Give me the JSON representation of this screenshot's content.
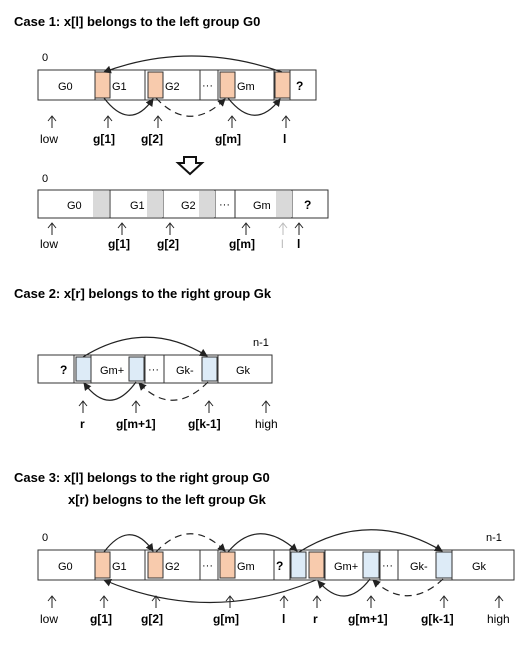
{
  "case1": {
    "title": "Case 1: x[l] belongs to the left group G0",
    "zero": "0",
    "cells": {
      "g0": "G0",
      "g1": "G1",
      "g2": "G2",
      "dots": "···",
      "gm": "Gm",
      "q": "?"
    },
    "pointers": {
      "low": "low",
      "g1": "g[1]",
      "g2": "g[2]",
      "gm": "g[m]",
      "l": "l"
    },
    "after": {
      "zero": "0",
      "cells": {
        "g0": "G0",
        "g1": "G1",
        "g2": "G2",
        "dots": "···",
        "gm": "Gm",
        "q": "?"
      },
      "pointers": {
        "low": "low",
        "g1": "g[1]",
        "g2": "g[2]",
        "gm": "g[m]",
        "l": "l"
      }
    }
  },
  "case2": {
    "title": "Case 2: x[r] belongs to the right group Gk",
    "n1": "n-1",
    "cells": {
      "q": "?",
      "gm1": "Gm+",
      "dots": "···",
      "gk1": "Gk-",
      "gk": "Gk"
    },
    "pointers": {
      "r": "r",
      "gm1": "g[m+1]",
      "gk1": "g[k-1]",
      "high": "high"
    }
  },
  "case3": {
    "title1": "Case 3: x[l] belongs to the right group G0",
    "title2": "x[r) belogns to the left group Gk",
    "zero": "0",
    "n1": "n-1",
    "cells": {
      "g0": "G0",
      "g1": "G1",
      "g2": "G2",
      "dots1": "···",
      "gm": "Gm",
      "q": "?",
      "gm1": "Gm+",
      "dots2": "···",
      "gk1": "Gk-",
      "gk": "Gk"
    },
    "pointers": {
      "low": "low",
      "g1": "g[1]",
      "g2": "g[2]",
      "gm": "g[m]",
      "l": "l",
      "r": "r",
      "gm1": "g[m+1]",
      "gk1": "g[k-1]",
      "high": "high"
    }
  },
  "colors": {
    "orange": "#f8cbad",
    "blue": "#ddebf7",
    "gray": "#d9d9d9"
  },
  "icons": {
    "transition": "down-arrow-icon"
  }
}
